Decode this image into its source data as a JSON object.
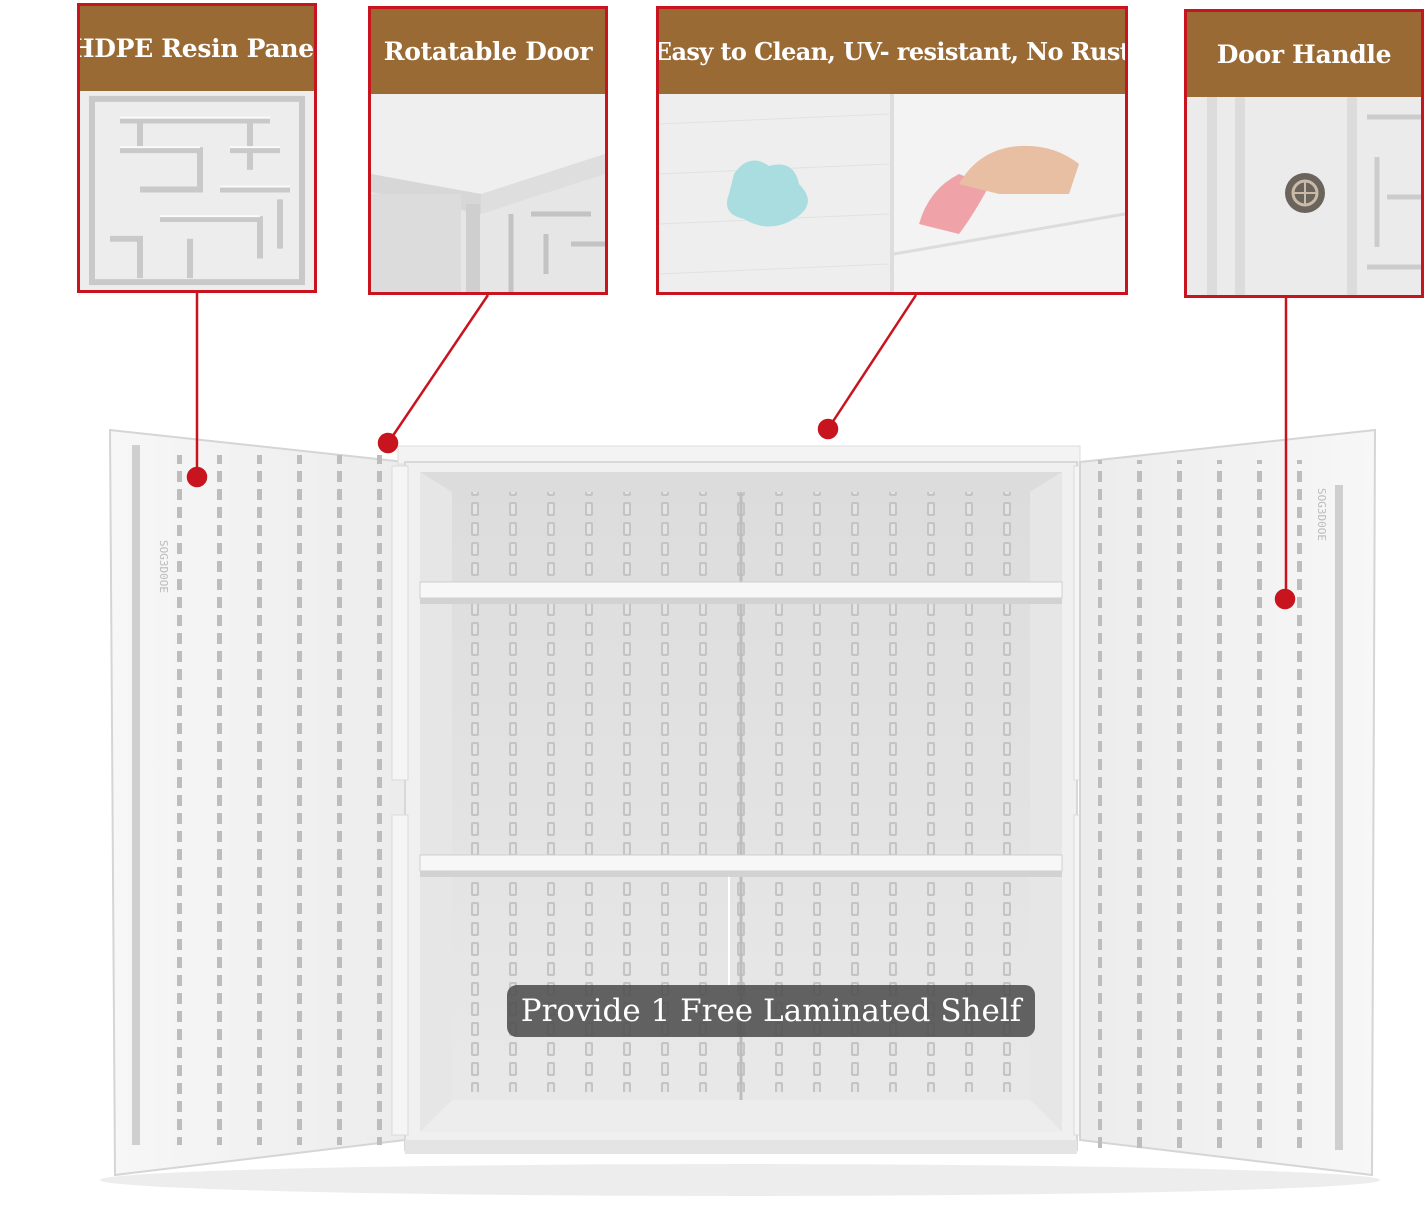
{
  "callouts": [
    {
      "label": "HDPE Resin Panel"
    },
    {
      "label": "Rotatable Door"
    },
    {
      "label": "Easy to Clean, UV- resistant, No Rust"
    },
    {
      "label": "Door Handle"
    }
  ],
  "caption": "Provide 1 Free Laminated Shelf",
  "colors": {
    "accent_red": "#c8141e",
    "label_brown": "#9a6a34",
    "cabinet_white": "#f2f2f2",
    "caption_bg": "#4e4e4e"
  }
}
